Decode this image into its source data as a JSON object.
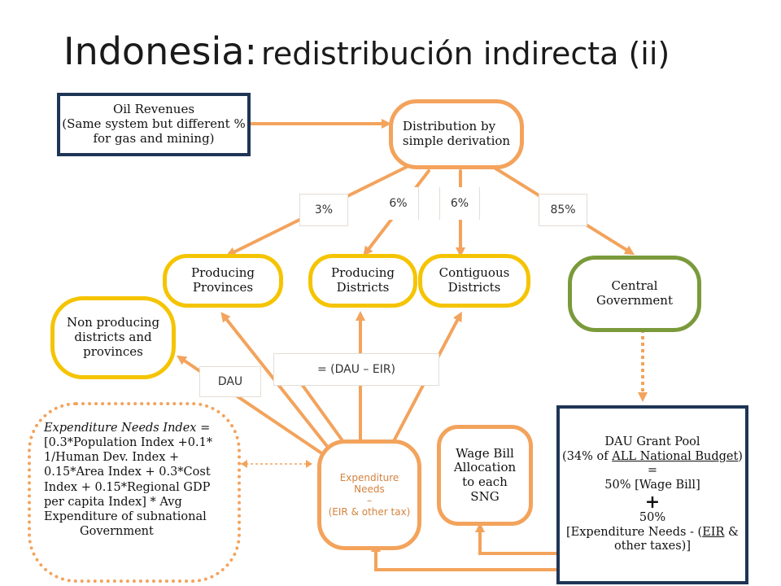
{
  "title": {
    "main": "Indonesia:",
    "sub": "redistribución indirecta (ii)"
  },
  "nodes": {
    "oil_revenues": "Oil Revenues\n(Same system but different %\nfor gas and mining)",
    "distribution": "Distribution by\nsimple derivation",
    "producing_provinces": "Producing\nProvinces",
    "producing_districts": "Producing\nDistricts",
    "contiguous_districts": "Contiguous\nDistricts",
    "central_government": "Central\nGovernment",
    "non_producing": "Non producing\ndistricts and\nprovinces",
    "expenditure_needs": "Expenditure\nNeeds\n–\n(EIR & other tax)",
    "wage_bill": "Wage Bill\nAllocation\nto each\nSNG"
  },
  "percentages": {
    "provinces": "3%",
    "districts": "6%",
    "contiguous": "6%",
    "central": "85%"
  },
  "labels": {
    "dau": "DAU",
    "dau_minus_eir": "= (DAU – EIR)"
  },
  "formula": {
    "lines": [
      "Expenditure Needs Index =",
      "[0.3*Population Index +0.1*",
      "1/Human Dev. Index +",
      "0.15*Area Index + 0.3*Cost",
      "Index + 0.15*Regional GDP",
      "per capita Index]   *   Avg",
      "Expenditure of subnational",
      "Government"
    ]
  },
  "pool": {
    "l1": "DAU Grant Pool",
    "l2_a": "(34% of ",
    "l2_b": "ALL National Budget",
    "l2_c": ")",
    "l3": "=",
    "l4": "50% [Wage Bill]",
    "l5": "+",
    "l6": "50%",
    "l7_a": "[Expenditure Needs - (",
    "l7_b": "EIR",
    "l7_c": " &",
    "l8": "other taxes)]"
  },
  "colors": {
    "orange": "#f3a35c",
    "yellow": "#f5c400",
    "green": "#7a9a3b",
    "navy": "#1f3555"
  }
}
